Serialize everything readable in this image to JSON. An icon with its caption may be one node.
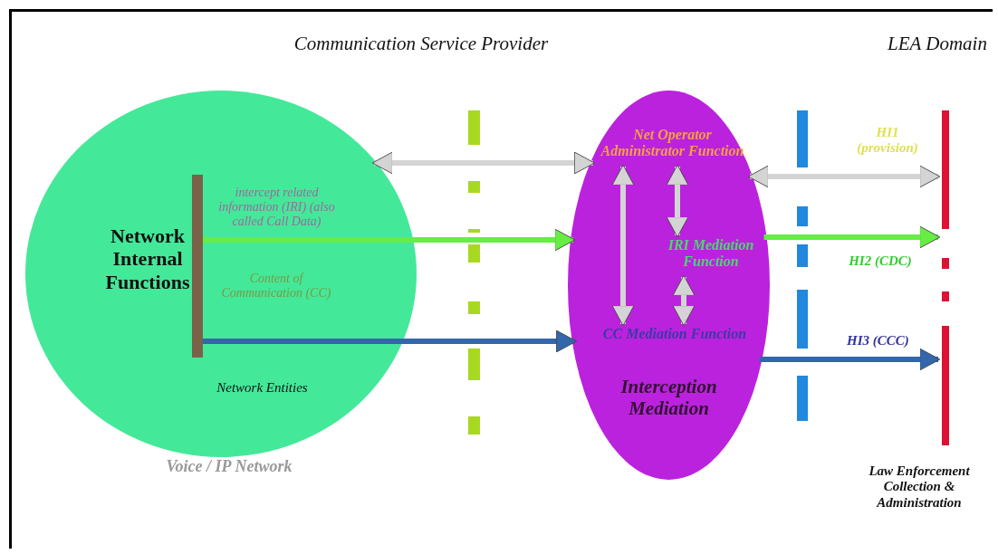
{
  "diagram": {
    "nodes": [
      {
        "text": [
          "Network Internal Functions",
          "Voice / IP Network"
        ]
      },
      {
        "text": [],
        "shape": "bar",
        "in": 0
      },
      {
        "text": [
          "Interception Mediation"
        ]
      },
      {
        "text": [
          "Net Operator Administrator Function"
        ],
        "in": 2
      },
      {
        "text": [
          "IRI Mediation Function"
        ],
        "in": 2
      },
      {
        "text": [
          "CC Mediation Function"
        ],
        "in": 2
      },
      {
        "text": [],
        "shape": "bar"
      }
    ],
    "edges": [
      {
        "from": 0,
        "to": 2,
        "arrow": "both"
      },
      {
        "from": 1,
        "to": 2,
        "arrow": "to",
        "label": "intercept related information (IRI) (also called Call Data)",
        "color": "#66ee44"
      },
      {
        "from": 1,
        "to": 2,
        "arrow": "to",
        "label": "Content of Communication (CC)",
        "color": "#3366aa"
      },
      {
        "from": 3,
        "to": 5,
        "arrow": "both"
      },
      {
        "from": 3,
        "to": 4,
        "arrow": "both"
      },
      {
        "from": 4,
        "to": 5,
        "arrow": "both"
      },
      {
        "from": 2,
        "to": 6,
        "arrow": "both",
        "label": "HI1 (provision)"
      },
      {
        "from": 2,
        "to": 6,
        "arrow": "to",
        "label": "HI2 (CDC)",
        "color": "#66ee44"
      },
      {
        "from": 2,
        "to": 6,
        "arrow": "to",
        "label": "HI3 (CCC)",
        "color": "#3366aa"
      }
    ],
    "labels": [
      "Communication Service Provider",
      "LEA Domain",
      "Network Entities",
      "Law Enforcement Collection & Administration"
    ]
  }
}
